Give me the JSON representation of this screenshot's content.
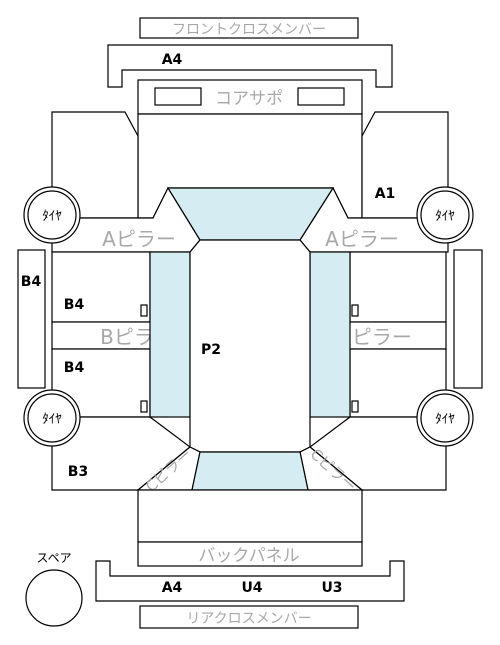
{
  "labels": {
    "front_cross_member": "フロントクロスメンバー",
    "core_support": "コアサポ",
    "rear_cross_member": "リアクロスメンバー",
    "back_panel": "バックパネル",
    "a_pillar": "Aピラー",
    "b_pillar": "Bピラー",
    "c_pillar": "Cピラー",
    "tire": "ﾀｲﾔ",
    "spare": "スペア"
  },
  "codes": {
    "a4_top": "A4",
    "a1": "A1",
    "b4_side": "B4",
    "b4_upper": "B4",
    "b4_lower": "B4",
    "p2": "P2",
    "b3": "B3",
    "a4_bottom": "A4",
    "u4": "U4",
    "u3": "U3"
  },
  "colors": {
    "line": "#000000",
    "glass": "#d6ecf3",
    "ghost_text": "#a8a8a8"
  }
}
